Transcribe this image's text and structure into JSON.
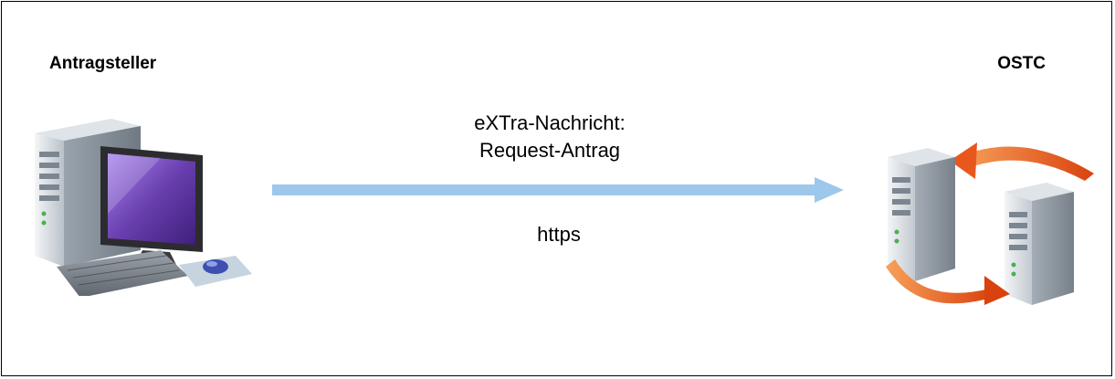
{
  "diagram": {
    "left_actor": {
      "label": "Antragsteller",
      "icon": "desktop-computer-icon"
    },
    "right_actor": {
      "label": "OSTC",
      "icon": "server-cluster-icon"
    },
    "message": {
      "title": "eXTra-Nachricht:",
      "subtitle": "Request-Antrag",
      "protocol": "https"
    },
    "colors": {
      "arrow": "#9dc8ec",
      "screen": "#6a3fb0",
      "sync_arrows": "#e8581c"
    }
  }
}
